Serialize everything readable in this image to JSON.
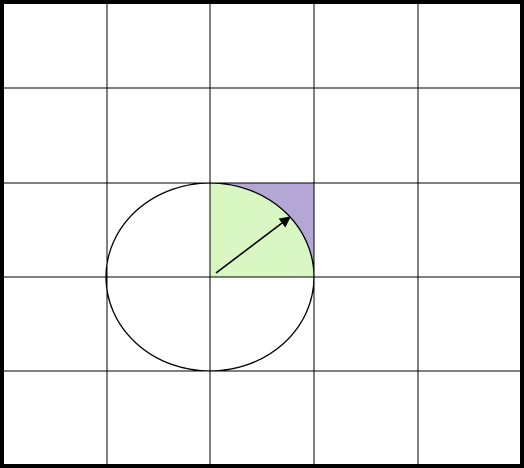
{
  "grid": {
    "columns": 5,
    "rows": 5
  },
  "circle": {
    "center_cell_corner": [
      2,
      3
    ],
    "radius_cells": 1
  },
  "highlight": {
    "square_color": "#b4a7d6",
    "quarter_circle_color": "#d9f7c3",
    "quadrant": "upper-right"
  },
  "arrow": {
    "direction": "upper-right",
    "represents": "radius"
  },
  "colors": {
    "border": "#000000",
    "grid_line": "#000000",
    "circle_stroke": "#000000",
    "arrow": "#000000"
  }
}
